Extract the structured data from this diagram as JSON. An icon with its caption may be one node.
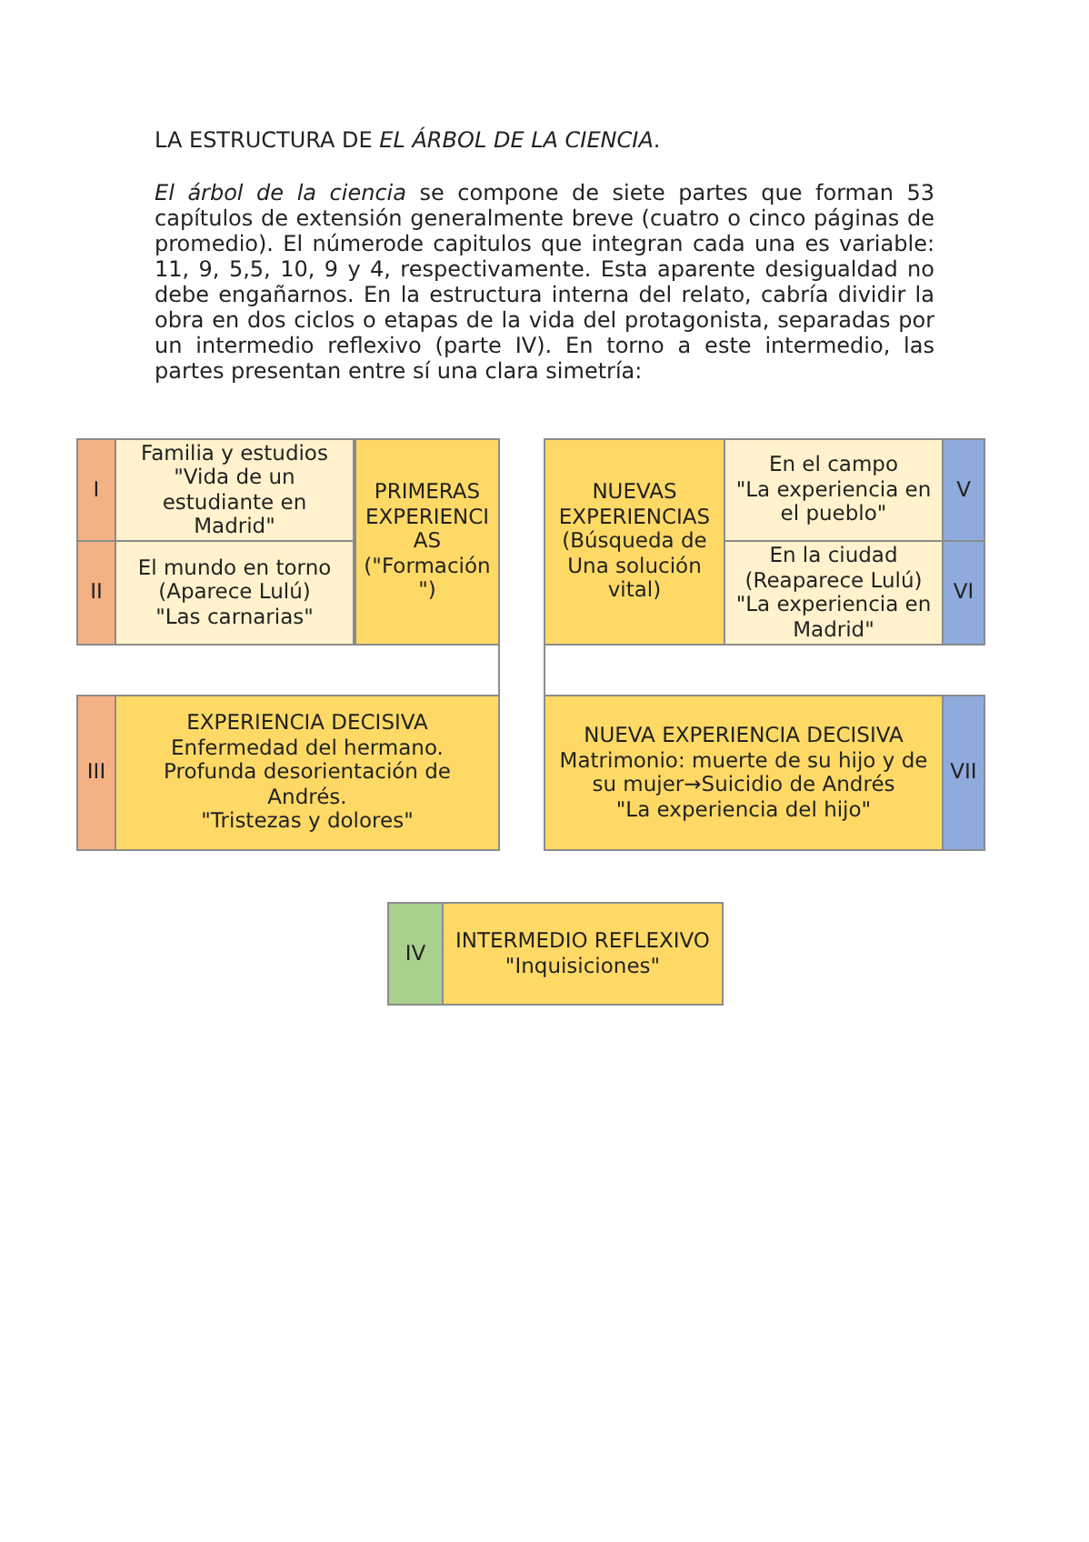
{
  "diagram": {
    "title": "LA ESTRUCTURA DE *EL ÁRBOL DE LA CIENCIA*.",
    "nodes": [
      {
        "text": [
          "I"
        ]
      },
      {
        "text": [
          "Familia y estudios",
          "\"Vida de un estudiante en Madrid\""
        ]
      },
      {
        "text": [
          "PRIMERAS EXPERIENCIAS (\"Formación\")"
        ]
      },
      {
        "text": [
          "NUEVAS EXPERIENCIAS (Búsqueda de Una solución vital)"
        ]
      },
      {
        "text": [
          "En el campo",
          "\"La experiencia en el pueblo\""
        ]
      },
      {
        "text": [
          "V"
        ]
      },
      {
        "text": [
          "II"
        ]
      },
      {
        "text": [
          "El mundo en torno",
          "(Aparece Lulú)",
          "\"Las carnarias\""
        ]
      },
      {
        "text": [
          "En la ciudad",
          "(Reaparece Lulú)",
          "\"La experiencia en Madrid\""
        ]
      },
      {
        "text": [
          "VI"
        ]
      },
      {
        "text": [
          "III"
        ]
      },
      {
        "text": [
          "EXPERIENCIA DECISIVA",
          "Enfermedad del hermano. Profunda desorientación de Andrés.",
          "\"Tristezas y dolores\""
        ]
      },
      {
        "text": [
          "NUEVA EXPERIENCIA DECISIVA",
          "Matrimonio: muerte de su hijo y de su mujer→Suicidio de Andrés",
          "\"La experiencia del hijo\""
        ]
      },
      {
        "text": [
          "VII"
        ]
      },
      {
        "text": [
          "IV"
        ]
      },
      {
        "text": [
          "INTERMEDIO REFLEXIVO",
          "\"Inquisiciones\""
        ]
      }
    ],
    "edges": [
      {
        "from": 2,
        "to": 11,
        "arrow": "none"
      },
      {
        "from": 3,
        "to": 12,
        "arrow": "none"
      }
    ],
    "labels": [
      "*El árbol de la ciencia* se compone de siete partes que forman 53 capítulos de extensión generalmente breve (cuatro o cinco páginas de promedio). El númerode capitulos que integran cada una es variable: 11, 9, 5,5, 10, 9 y 4, respectivamente. Esta aparente desigualdad no debe engañarnos. En la estructura interna del relato, cabría dividir la obra en dos ciclos o etapas de la vida del protagonista, separadas por un intermedio reflexivo (parte IV). En torno a este intermedio, las partes presentan entre sí una clara simetría:"
    ]
  }
}
